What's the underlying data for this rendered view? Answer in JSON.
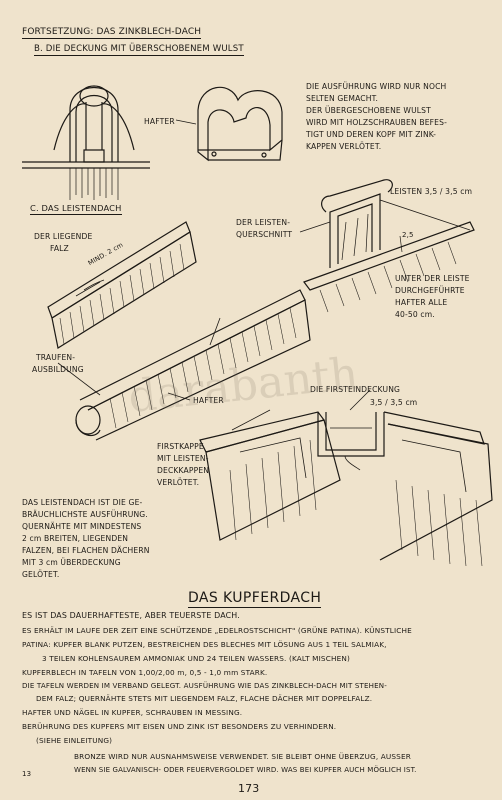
{
  "header": {
    "continuation": "FORTSETZUNG: DAS ZINKBLECH-DACH",
    "section_b": "B. DIE DECKUNG MIT ÜBERSCHOBENEM WULST"
  },
  "figure_b": {
    "label_hafter": "HAFTER",
    "note_lines": [
      "DIE AUSFÜHRUNG WIRD NUR NOCH",
      "SELTEN GEMACHT.",
      "DER ÜBERGESCHOBENE WULST",
      "WIRD MIT HOLZSCHRAUBEN BEFES-",
      "TIGT UND DEREN KOPF MIT ZINK-",
      "KAPPEN VERLÖTET."
    ]
  },
  "section_c": {
    "title": "C. DAS LEISTENDACH",
    "label_falz_1": "DER LIEGENDE",
    "label_falz_2": "FALZ",
    "label_mind": "MIND. 2 cm",
    "label_querschnitt_1": "DER LEISTEN-",
    "label_querschnitt_2": "QUERSCHNITT",
    "label_leisten": "LEISTEN 3,5 / 3,5 cm",
    "label_25": "2,5",
    "label_hafter_note": [
      "UNTER DER LEISTE",
      "DURCHGEFÜHRTE",
      "HAFTER ALLE",
      "40-50 cm."
    ],
    "label_traufe_1": "TRAUFEN-",
    "label_traufe_2": "AUSBILDUNG",
    "label_hafter": "HAFTER",
    "label_firstdeckung": "DIE FIRSTEINDECKUNG",
    "label_first_dim": "3,5 / 3,5 cm",
    "label_firstkappe": [
      "FIRSTKAPPE",
      "MIT LEISTEN-",
      "DECKKAPPEN",
      "VERLÖTET."
    ],
    "note_lines": [
      "DAS LEISTENDACH IST DIE GE-",
      "BRÄUCHLICHSTE AUSFÜHRUNG.",
      "QUERNÄHTE MIT MINDESTENS",
      "2 cm BREITEN, LIEGENDEN",
      "FALZEN, BEI FLACHEN DÄCHERN",
      "MIT 3 cm ÜBERDECKUNG",
      "GELÖTET."
    ]
  },
  "kupfer": {
    "title": "DAS KUPFERDACH",
    "lines": [
      "ES IST DAS DAUERHAFTESTE, ABER TEUERSTE DACH.",
      "ES ERHÄLT IM LAUFE DER ZEIT EINE SCHÜTZENDE „EDELROSTSCHICHT\" (GRÜNE PATINA). KÜNSTLICHE",
      "PATINA: KUPFER BLANK PUTZEN, BESTREICHEN DES BLECHES MIT LÖSUNG AUS 1 TEIL SALMIAK,",
      "3 TEILEN KOHLENSAUREM AMMONIAK UND 24 TEILEN WASSERS. (KALT MISCHEN)",
      "KUPFERBLECH IN TAFELN VON 1,00/2,00 m, 0,5 - 1,0 mm STARK.",
      "DIE TAFELN WERDEN IM VERBAND GELEGT. AUSFÜHRUNG WIE DAS ZINKBLECH-DACH MIT STEHEN-",
      "DEM FALZ; QUERNÄHTE STETS MIT LIEGENDEM FALZ, FLACHE DÄCHER MIT DOPPELFALZ.",
      "HAFTER UND NÄGEL IN KUPFER, SCHRAUBEN IN MESSING.",
      "BERÜHRUNG DES KUPFERS MIT EISEN UND ZINK IST BESONDERS ZU VERHINDERN.",
      "(SIEHE EINLEITUNG)",
      "BRONZE WIRD NUR AUSNAHMSWEISE VERWENDET. SIE BLEIBT OHNE ÜBERZUG, AUSSER",
      "WENN SIE GALVANISCH- ODER FEUERVERGOLDET WIRD. WAS BEI KUPFER AUCH MÖGLICH IST."
    ]
  },
  "footer": {
    "left_mark": "13",
    "page_number": "173"
  },
  "watermark": "darabanth"
}
